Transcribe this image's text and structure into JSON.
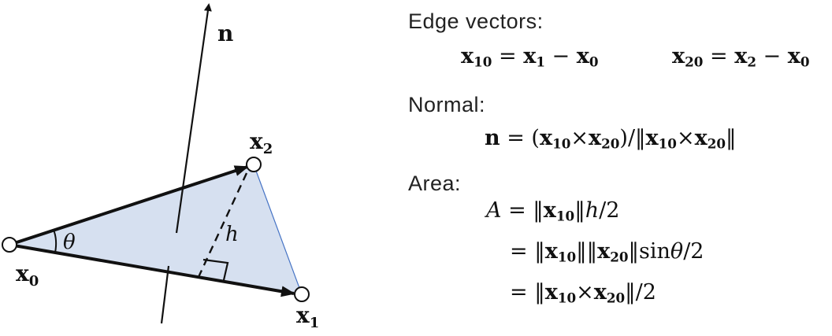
{
  "diagram": {
    "normal_label": "n",
    "normal_label_bold": "n",
    "x0_label": "x",
    "x0_sub": "0",
    "x1_label": "x",
    "x1_sub": "1",
    "x2_label": "x",
    "x2_sub": "2",
    "theta_label": "θ",
    "h_label": "h",
    "colors": {
      "fill": "#d6e0f0",
      "stroke": "#111111",
      "edge": "#4472c4"
    }
  },
  "text": {
    "edge_heading": "Edge vectors:",
    "normal_heading": "Normal:",
    "area_heading": "Area:",
    "eq_x10": {
      "lhs_sub": "10",
      "a_sub": "1",
      "b_sub": "0"
    },
    "eq_x20": {
      "lhs_sub": "20",
      "a_sub": "2",
      "b_sub": "0"
    },
    "normal_eq": {
      "s1": "10",
      "s2": "20",
      "s3": "10",
      "s4": "20"
    },
    "area1": {
      "A": "A",
      "s": "10",
      "h": "h",
      "tail": "/2"
    },
    "area2": {
      "s1": "10",
      "s2": "20",
      "fn": "sin",
      "theta": "θ",
      "tail": "/2"
    },
    "area3": {
      "s1": "10",
      "s2": "20",
      "tail": "/2"
    }
  }
}
